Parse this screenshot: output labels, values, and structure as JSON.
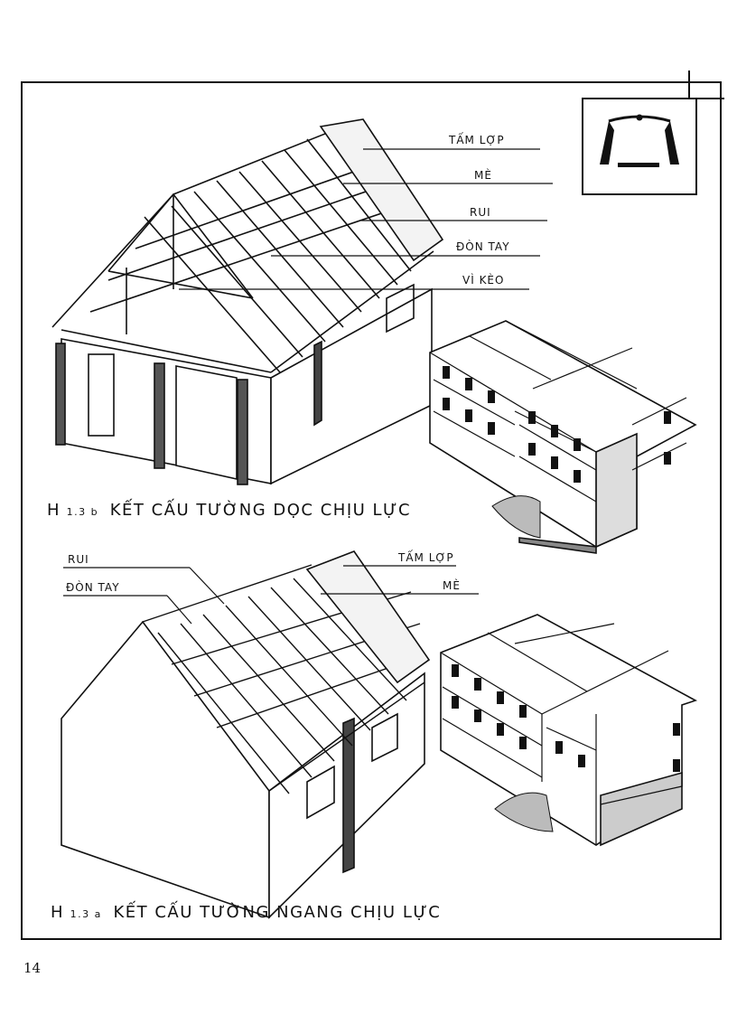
{
  "figure_b": {
    "caption_prefix": "H",
    "caption_number": "1.3 b",
    "caption_text": "KẾT CẤU TƯỜNG DỌC CHỊU LỰC",
    "labels": [
      "TẤM LỢP",
      "MÈ",
      "RUI",
      "ĐÒN TAY",
      "VÌ KÈO"
    ]
  },
  "figure_a": {
    "caption_prefix": "H",
    "caption_number": "1.3 a",
    "caption_text": "KẾT CẤU TƯỜNG NGANG CHỊU LỰC",
    "labels_left": [
      "RUI",
      "ĐÒN TAY"
    ],
    "labels_right": [
      "TẤM LỢP",
      "MÈ"
    ]
  },
  "page_number": "14"
}
